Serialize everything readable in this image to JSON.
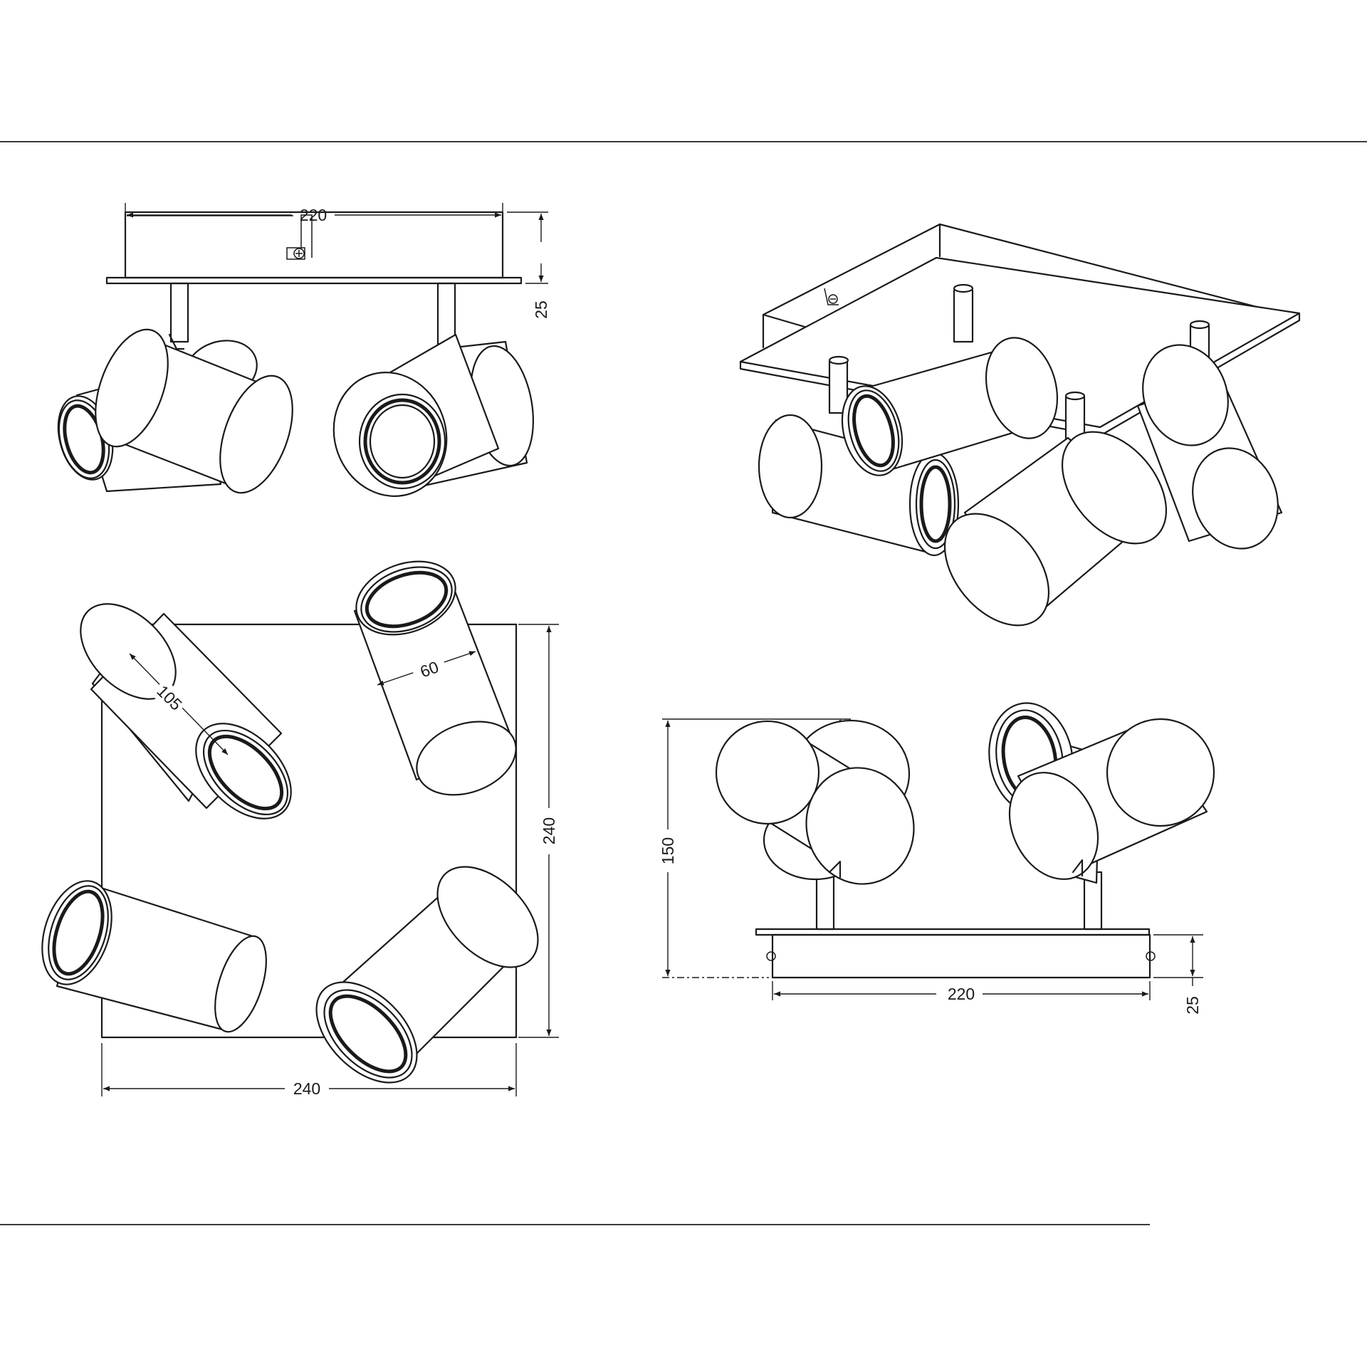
{
  "dimensions": {
    "front_view_width": "220",
    "front_view_height": "25",
    "top_view_width": "240",
    "top_view_height": "240",
    "spot_length": "105",
    "spot_diameter": "60",
    "side_view_total_height": "150",
    "side_view_width": "220",
    "side_view_plate_height": "25"
  }
}
